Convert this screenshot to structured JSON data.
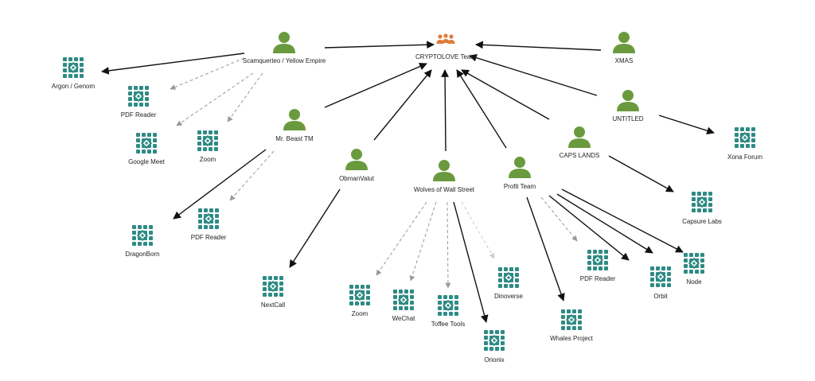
{
  "colors": {
    "person": "#6a9a3e",
    "group": "#e07b39",
    "app": "#2e8b84",
    "edge_solid": "#111111",
    "edge_dashed": "#999999",
    "edge_faint": "#cccccc"
  },
  "team": {
    "label": "CRYPTOLOVE Team",
    "icon": "group-icon"
  },
  "persons": [
    {
      "id": "scamquerteo",
      "label": "Scamquerteo / Yellow Empire",
      "icon": "person-icon"
    },
    {
      "id": "xmas",
      "label": "XMAS",
      "icon": "person-icon"
    },
    {
      "id": "untitled",
      "label": "UNTITLED",
      "icon": "person-icon"
    },
    {
      "id": "mrbeast",
      "label": "Mr. Beast TM",
      "icon": "person-icon"
    },
    {
      "id": "capslands",
      "label": "CAPS LANDS",
      "icon": "person-icon"
    },
    {
      "id": "obmanvalut",
      "label": "ObmanValut",
      "icon": "person-icon"
    },
    {
      "id": "wolves",
      "label": "Wolves of Wall Street",
      "icon": "person-icon"
    },
    {
      "id": "profit",
      "label": "Profit Team",
      "icon": "person-icon"
    }
  ],
  "apps": [
    {
      "id": "argon",
      "label": "Argon / Genom",
      "icon": "app-icon"
    },
    {
      "id": "pdf1",
      "label": "PDF Reader",
      "icon": "app-icon"
    },
    {
      "id": "gmeet",
      "label": "Google Meet",
      "icon": "app-icon"
    },
    {
      "id": "zoom1",
      "label": "Zoom",
      "icon": "app-icon"
    },
    {
      "id": "dragonborn",
      "label": "DragonBorn",
      "icon": "app-icon"
    },
    {
      "id": "pdf2",
      "label": "PDF Reader",
      "icon": "app-icon"
    },
    {
      "id": "nextcall",
      "label": "NextCall",
      "icon": "app-icon"
    },
    {
      "id": "zoom2",
      "label": "Zoom",
      "icon": "app-icon"
    },
    {
      "id": "wechat",
      "label": "WeChat",
      "icon": "app-icon"
    },
    {
      "id": "toffee",
      "label": "Toffee Tools",
      "icon": "app-icon"
    },
    {
      "id": "orionix",
      "label": "Orionix",
      "icon": "app-icon"
    },
    {
      "id": "dinoverse",
      "label": "Dinoverse",
      "icon": "app-icon"
    },
    {
      "id": "whales",
      "label": "Whales Project",
      "icon": "app-icon"
    },
    {
      "id": "pdf3",
      "label": "PDF Reader",
      "icon": "app-icon"
    },
    {
      "id": "orbit",
      "label": "Orbit",
      "icon": "app-icon"
    },
    {
      "id": "node",
      "label": "Node",
      "icon": "app-icon"
    },
    {
      "id": "capsure",
      "label": "Capsure Labs",
      "icon": "app-icon"
    },
    {
      "id": "xona",
      "label": "Xona Forum",
      "icon": "app-icon"
    }
  ]
}
